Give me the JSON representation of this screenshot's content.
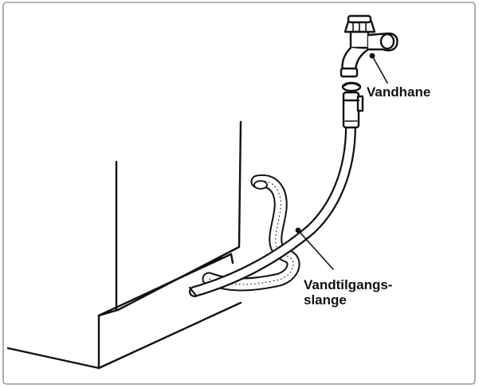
{
  "labels": {
    "faucet": "Vandhane",
    "hose_line1": "Vandtilgangs-",
    "hose_line2": "slange"
  },
  "colors": {
    "ink": "#111111",
    "border": "#9a9a9a",
    "background": "#ffffff"
  }
}
